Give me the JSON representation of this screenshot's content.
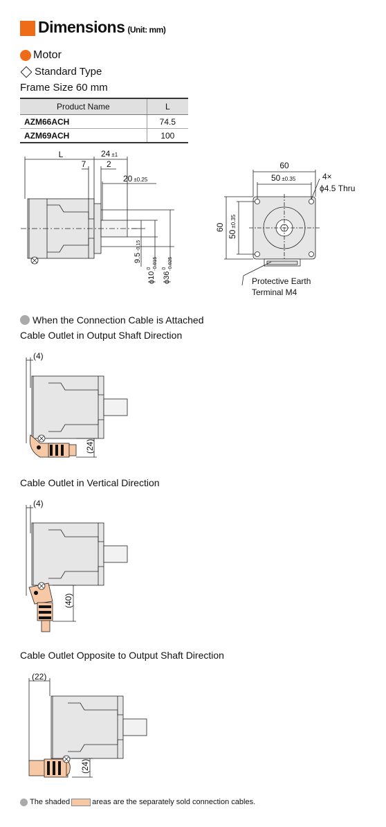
{
  "header": {
    "title": "Dimensions",
    "unit": "(Unit: mm)"
  },
  "section": "Motor",
  "type_label": "Standard Type",
  "frame_label": "Frame Size 60 mm",
  "table": {
    "headers": [
      "Product Name",
      "L"
    ],
    "rows": [
      {
        "name": "AZM66ACH",
        "L": "74.5"
      },
      {
        "name": "AZM69ACH",
        "L": "100"
      }
    ]
  },
  "side_view": {
    "dim_L": "L",
    "dim_24": "24",
    "tol_24": "±1",
    "dim_7": "7",
    "dim_2": "2",
    "dim_20": "20",
    "tol_20": "±0.25",
    "dim_9_5": "9.5",
    "tol_9_5": "-0.15",
    "dim_phi10": "ϕ10",
    "tol_phi10_up": "0",
    "tol_phi10_low": "-0.015",
    "dim_phi36": "ϕ36",
    "tol_phi36_up": "0",
    "tol_phi36_low": "-0.025"
  },
  "front_view": {
    "dim_60_top": "60",
    "dim_50_top": "50",
    "tol_50_top": "±0.35",
    "dim_60_left": "60",
    "dim_50_left": "50",
    "tol_50_left": "±0.35",
    "holes_count": "4×",
    "holes_spec": "ϕ4.5 Thru",
    "pe_line1": "Protective Earth",
    "pe_line2": "Terminal M4"
  },
  "cable_section_title": "When the Connection Cable is Attached",
  "outlets": [
    {
      "title": "Cable Outlet in Output Shaft Direction",
      "dim_top": "(4)",
      "dim_side": "(24)"
    },
    {
      "title": "Cable Outlet in Vertical Direction",
      "dim_top": "(4)",
      "dim_side": "(40)"
    },
    {
      "title": "Cable Outlet Opposite to Output Shaft Direction",
      "dim_top": "(22)",
      "dim_side": "(24)"
    }
  ],
  "footnote": {
    "before": "The shaded",
    "after": "areas are the separately sold connection cables."
  },
  "colors": {
    "accent": "#ee6c17",
    "motor_body": "#e6e6e6",
    "cable": "#f6c8a6",
    "note_dot": "#aaaaaa"
  }
}
